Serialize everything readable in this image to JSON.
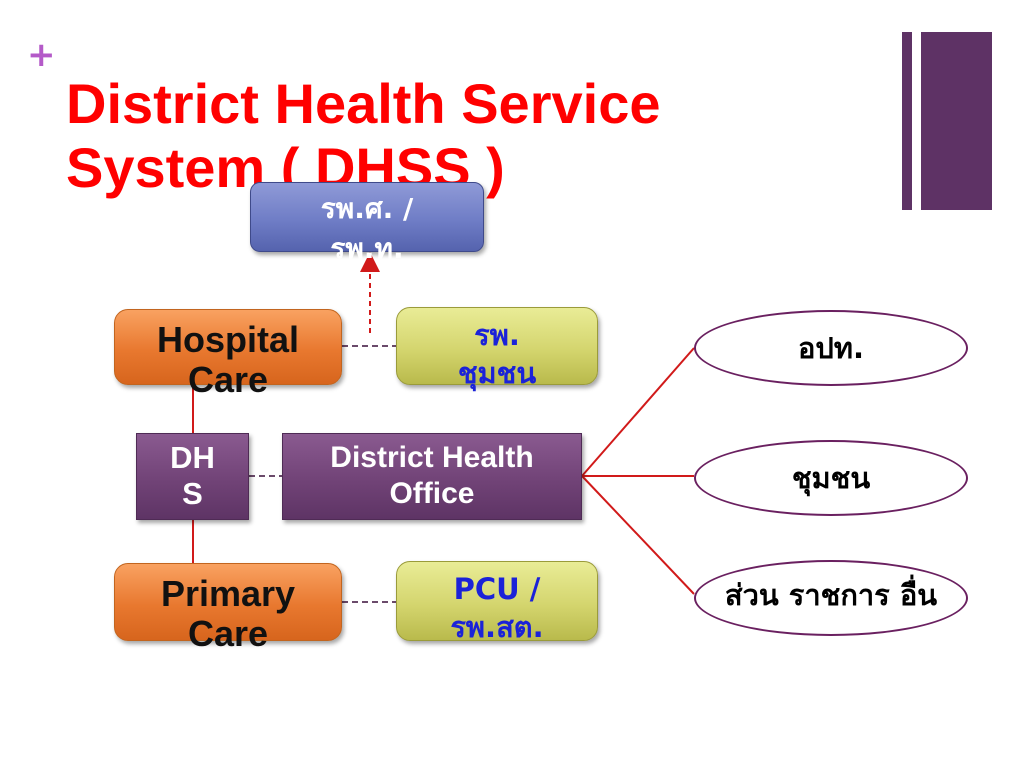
{
  "slide": {
    "bullet": "+",
    "title_line1": "District Health Service",
    "title_line2": "System ( DHSS )"
  },
  "nodes": {
    "top": {
      "line1": "รพ.ศ. /",
      "line2": "รพ.ท."
    },
    "hospital_care": {
      "line1": "Hospital",
      "line2": "Care"
    },
    "community_hospital": {
      "line1": "รพ.",
      "line2": "ชุมชน"
    },
    "dhs": {
      "line1": "DH",
      "line2": "S"
    },
    "district_health_office": {
      "line1": "District Health",
      "line2": "Office"
    },
    "primary_care": {
      "line1": "Primary",
      "line2": "Care"
    },
    "pcu": {
      "line1": "PCU /",
      "line2": "รพ.สต."
    }
  },
  "partners": {
    "local_government": "อปท.",
    "community": {
      "line1": "ชุมชน"
    },
    "other_agencies": {
      "line1": "ส่วน",
      "line2": "ราชการ",
      "line3": "อื่น"
    }
  },
  "colors": {
    "title": "#ff0000",
    "accent_bar": "#5e3265",
    "connector_red": "#d11a1a",
    "connector_dash": "#6b4a6b",
    "pcu_text": "#1b22d8"
  }
}
